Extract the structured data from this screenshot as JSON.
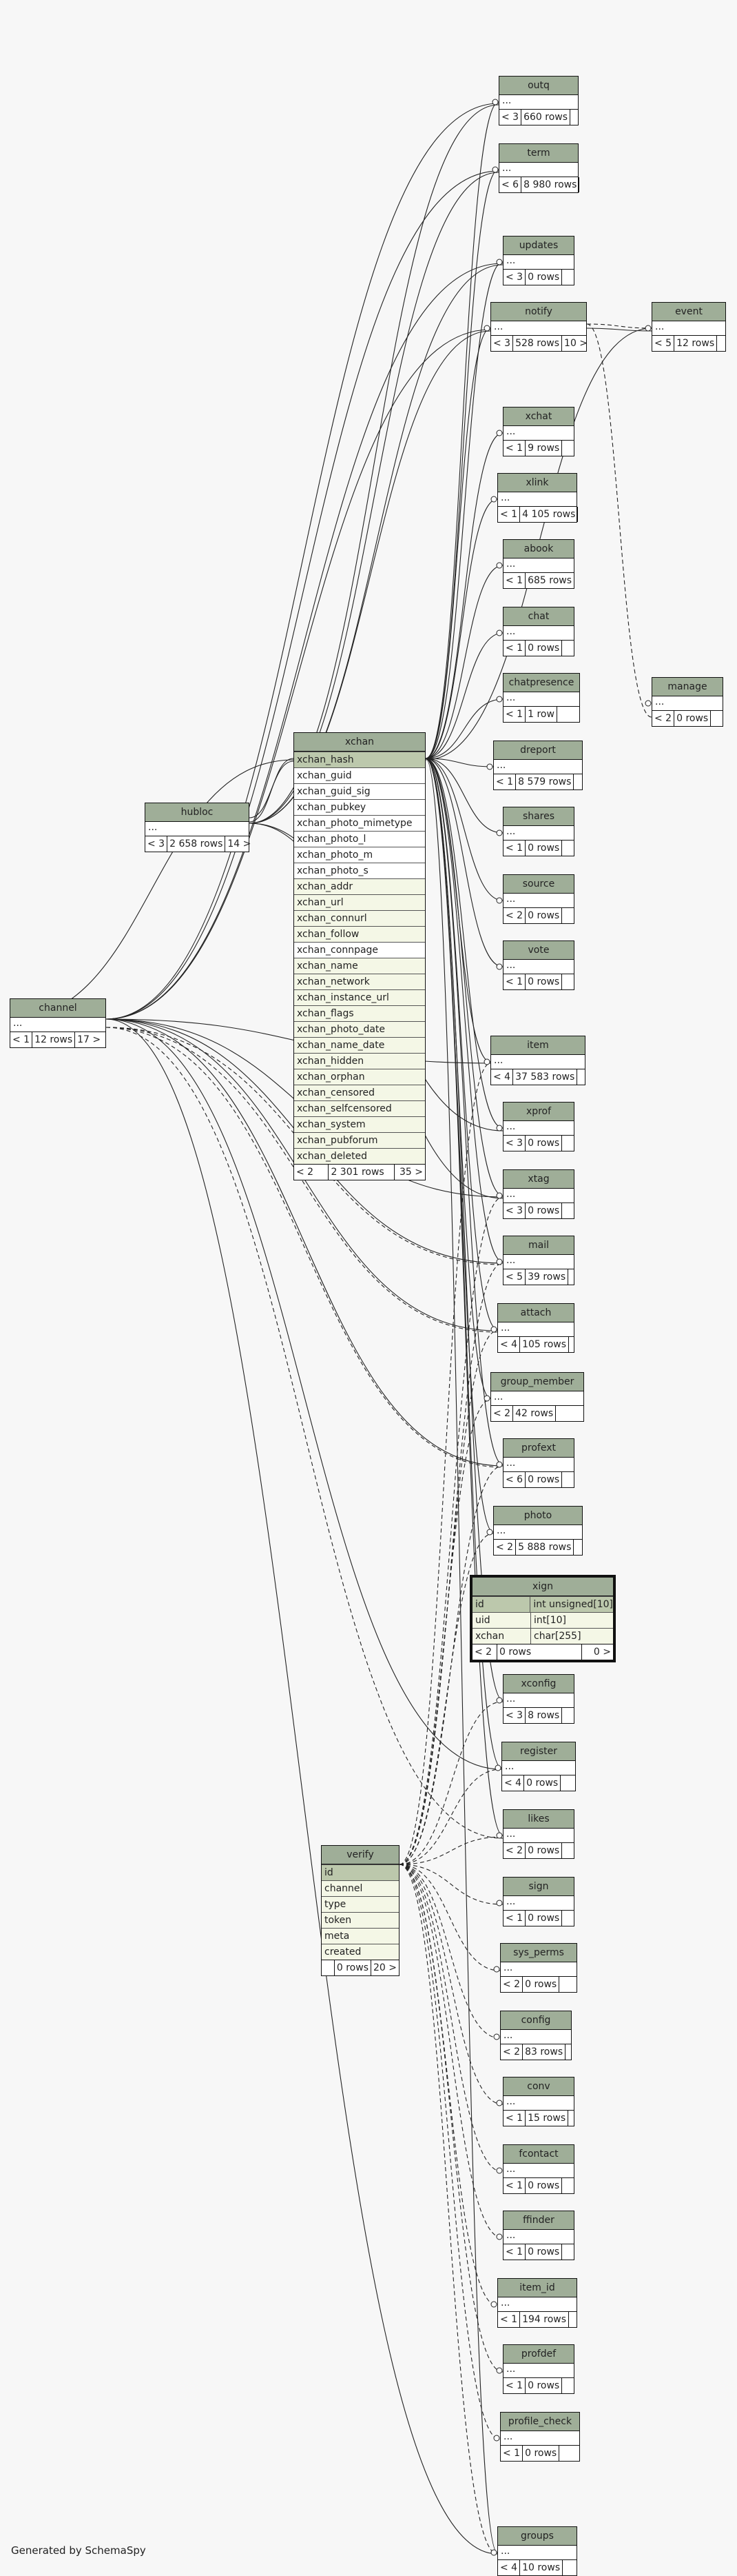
{
  "footer": "Generated by SchemaSpy",
  "tables": {
    "outq": {
      "name": "outq",
      "rows": "< 3",
      "count": "660 rows"
    },
    "term": {
      "name": "term",
      "rows": "< 6",
      "count": "8 980 rows"
    },
    "updates": {
      "name": "updates",
      "rows": "< 3",
      "count": "0 rows"
    },
    "notify": {
      "name": "notify",
      "rows": "< 3",
      "count": "528 rows",
      "kids": "10 >"
    },
    "event": {
      "name": "event",
      "rows": "< 5",
      "count": "12 rows"
    },
    "xchat": {
      "name": "xchat",
      "rows": "< 1",
      "count": "9 rows"
    },
    "xlink": {
      "name": "xlink",
      "rows": "< 1",
      "count": "4 105 rows"
    },
    "abook": {
      "name": "abook",
      "rows": "< 1",
      "count": "685 rows"
    },
    "chat": {
      "name": "chat",
      "rows": "< 1",
      "count": "0 rows"
    },
    "chatpresence": {
      "name": "chatpresence",
      "rows": "< 1",
      "count": "1 row"
    },
    "dreport": {
      "name": "dreport",
      "rows": "< 1",
      "count": "8 579 rows"
    },
    "shares": {
      "name": "shares",
      "rows": "< 1",
      "count": "0 rows"
    },
    "source": {
      "name": "source",
      "rows": "< 2",
      "count": "0 rows"
    },
    "vote": {
      "name": "vote",
      "rows": "< 1",
      "count": "0 rows"
    },
    "manage": {
      "name": "manage",
      "rows": "< 2",
      "count": "0 rows"
    },
    "item": {
      "name": "item",
      "rows": "< 4",
      "count": "37 583 rows"
    },
    "xprof": {
      "name": "xprof",
      "rows": "< 3",
      "count": "0 rows"
    },
    "xtag": {
      "name": "xtag",
      "rows": "< 3",
      "count": "0 rows"
    },
    "mail": {
      "name": "mail",
      "rows": "< 5",
      "count": "39 rows"
    },
    "attach": {
      "name": "attach",
      "rows": "< 4",
      "count": "105 rows"
    },
    "group_member": {
      "name": "group_member",
      "rows": "< 2",
      "count": "42 rows"
    },
    "profext": {
      "name": "profext",
      "rows": "< 6",
      "count": "0 rows"
    },
    "photo": {
      "name": "photo",
      "rows": "< 2",
      "count": "5 888 rows"
    },
    "xconfig": {
      "name": "xconfig",
      "rows": "< 3",
      "count": "8 rows"
    },
    "register": {
      "name": "register",
      "rows": "< 4",
      "count": "0 rows"
    },
    "likes": {
      "name": "likes",
      "rows": "< 2",
      "count": "0 rows"
    },
    "sign": {
      "name": "sign",
      "rows": "< 1",
      "count": "0 rows"
    },
    "sys_perms": {
      "name": "sys_perms",
      "rows": "< 2",
      "count": "0 rows"
    },
    "config": {
      "name": "config",
      "rows": "< 2",
      "count": "83 rows"
    },
    "conv": {
      "name": "conv",
      "rows": "< 1",
      "count": "15 rows"
    },
    "fcontact": {
      "name": "fcontact",
      "rows": "< 1",
      "count": "0 rows"
    },
    "ffinder": {
      "name": "ffinder",
      "rows": "< 1",
      "count": "0 rows"
    },
    "item_id": {
      "name": "item_id",
      "rows": "< 1",
      "count": "194 rows"
    },
    "profdef": {
      "name": "profdef",
      "rows": "< 1",
      "count": "0 rows"
    },
    "profile_check": {
      "name": "profile_check",
      "rows": "< 1",
      "count": "0 rows"
    },
    "groups": {
      "name": "groups",
      "rows": "< 4",
      "count": "10 rows"
    },
    "hubloc": {
      "name": "hubloc",
      "rows": "< 3",
      "count": "2 658 rows",
      "kids": "14 >"
    },
    "channel": {
      "name": "channel",
      "rows": "< 1",
      "count": "12 rows",
      "kids": "17 >"
    }
  },
  "dots": "...",
  "xchan": {
    "name": "xchan",
    "columns": [
      "xchan_hash",
      "xchan_guid",
      "xchan_guid_sig",
      "xchan_pubkey",
      "xchan_photo_mimetype",
      "xchan_photo_l",
      "xchan_photo_m",
      "xchan_photo_s",
      "xchan_addr",
      "xchan_url",
      "xchan_connurl",
      "xchan_follow",
      "xchan_connpage",
      "xchan_name",
      "xchan_network",
      "xchan_instance_url",
      "xchan_flags",
      "xchan_photo_date",
      "xchan_name_date",
      "xchan_hidden",
      "xchan_orphan",
      "xchan_censored",
      "xchan_selfcensored",
      "xchan_system",
      "xchan_pubforum",
      "xchan_deleted"
    ],
    "foot_rows": "< 2",
    "foot_count": "2 301 rows",
    "foot_kids": "35 >"
  },
  "xign": {
    "name": "xign",
    "columns": [
      [
        "id",
        "int unsigned[10]"
      ],
      [
        "uid",
        "int[10]"
      ],
      [
        "xchan",
        "char[255]"
      ]
    ],
    "foot_rows": "< 2",
    "foot_count": "0 rows",
    "foot_kids": "0 >"
  },
  "verify": {
    "name": "verify",
    "columns": [
      "id",
      "channel",
      "type",
      "token",
      "meta",
      "created"
    ],
    "foot_count": "0 rows",
    "foot_kids": "20 >"
  }
}
